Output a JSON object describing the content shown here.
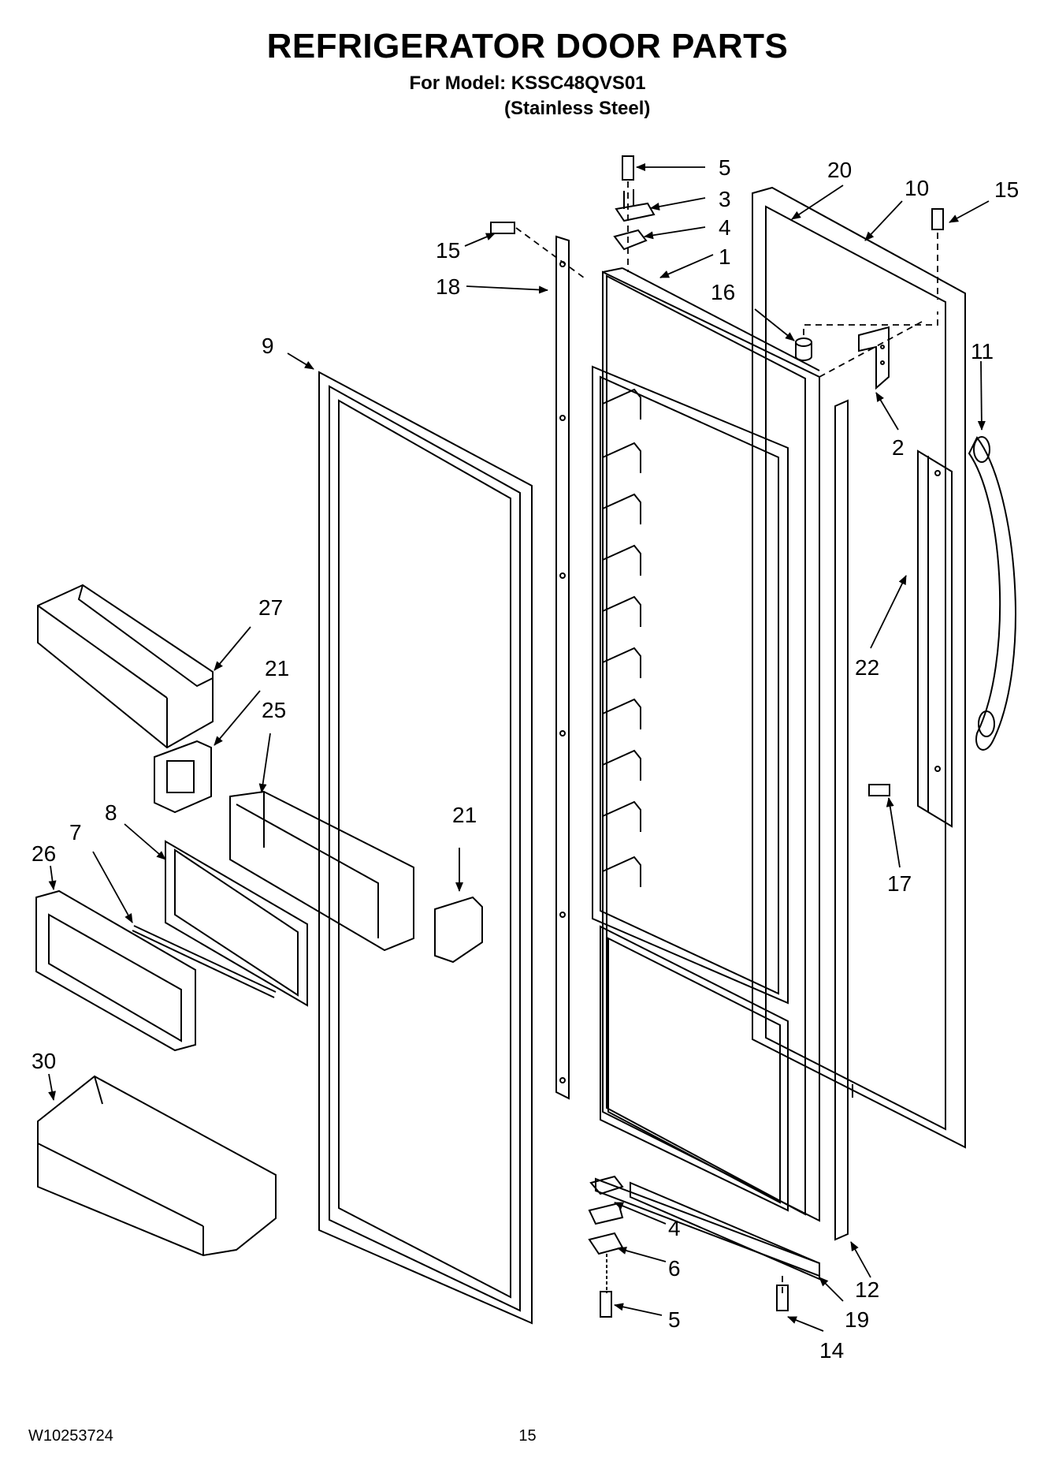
{
  "header": {
    "title": "REFRIGERATOR DOOR PARTS",
    "model_line": "For Model: KSSC48QVS01",
    "finish_line": "(Stainless Steel)"
  },
  "footer": {
    "doc_number": "W10253724",
    "page_number": "15"
  },
  "callouts": {
    "c5_top": "5",
    "c3": "3",
    "c4_top": "4",
    "c1": "1",
    "c20": "20",
    "c10": "10",
    "c15_right": "15",
    "c15_left": "15",
    "c18": "18",
    "c16": "16",
    "c9": "9",
    "c11": "11",
    "c2": "2",
    "c27": "27",
    "c21_left": "21",
    "c25": "25",
    "c22": "22",
    "c21_mid": "21",
    "c8": "8",
    "c7": "7",
    "c26": "26",
    "c17": "17",
    "c30": "30",
    "c4_bottom": "4",
    "c6": "6",
    "c12": "12",
    "c5_bottom": "5",
    "c19": "19",
    "c14": "14"
  }
}
